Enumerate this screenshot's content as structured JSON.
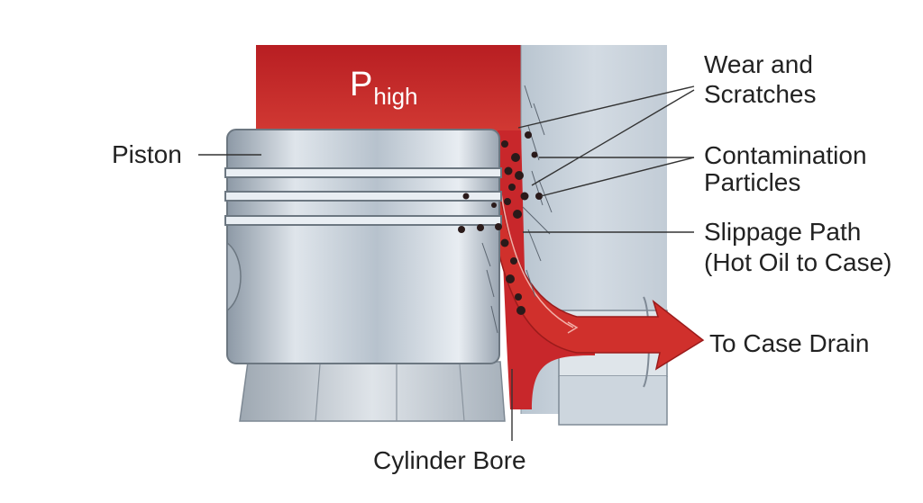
{
  "pressure_label": {
    "symbol": "P",
    "subscript": "high"
  },
  "labels": {
    "wear": [
      "Wear and",
      "Scratches"
    ],
    "contamination": [
      "Contamination",
      "Particles"
    ],
    "slippage": [
      "Slippage Path",
      "(Hot Oil to Case)"
    ],
    "drain": "To Case Drain",
    "piston": "Piston",
    "bore": "Cylinder Bore"
  },
  "colors": {
    "high_pressure_oil": "#c8272b",
    "cylinder_wall": "#c9d3dd",
    "piston_metal": "#b4c0cc",
    "particle": "#2a1a1a",
    "leader_line": "#333333"
  }
}
